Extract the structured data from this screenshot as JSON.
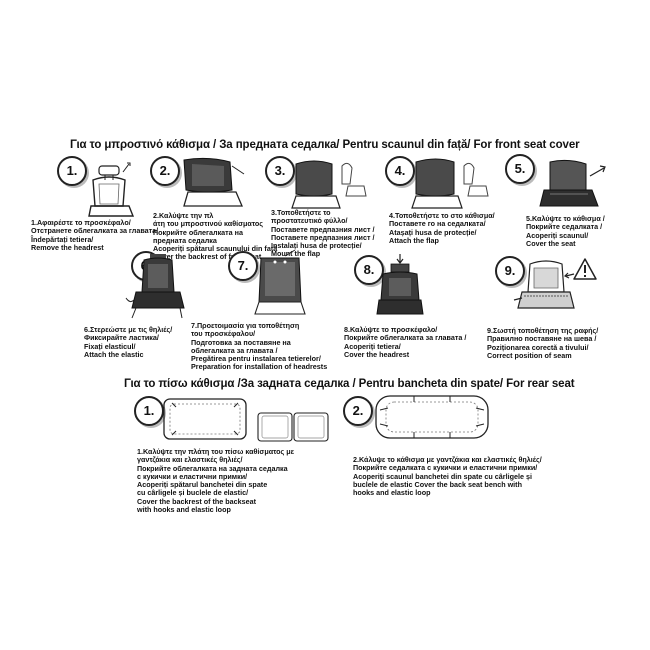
{
  "front_header": "Για το μπροστινό κάθισμα / За предната седалка/ Pentru scaunul din față/   For front seat  cover",
  "rear_header": "Για το πίσω κάθισμα /За задната седалка / Pentru bancheta din spate/   For rear seat",
  "front_steps": [
    {
      "num": "1.",
      "lines": [
        "1.Αφαιρέστε το προσκέφαλο/",
        "Отстранете облегалката за главата/",
        "Îndepărtați tetiera/",
        "Remove the headrest"
      ]
    },
    {
      "num": "2.",
      "lines": [
        "2.Καλύψτε την πλ",
        "άτη του μπροστινού καθίσματος",
        "Покрийте облегалката на",
        "предната седалка",
        "Acoperiți spătarul scaunului din față",
        "Cover the backrest of front seat"
      ]
    },
    {
      "num": "3.",
      "lines": [
        "3.Τοποθετήστε το",
        "προστατευτικό φύλλο/",
        "Поставете предпазния лист /",
        "Поставете предпазния лист /",
        "Instalați husa de protecție/",
        "Mount the flap"
      ]
    },
    {
      "num": "4.",
      "lines": [
        "4.Τοποθετήστε το στο κάθισμα/",
        "Поставете го на седалката/",
        "Atașați husa de protecție/",
        "Attach the flap"
      ]
    },
    {
      "num": "5.",
      "lines": [
        "5.Καλύψτε το κάθισμα /",
        "Покрийте седалката /",
        "Acoperiți scaunul/",
        "Cover the seat"
      ]
    },
    {
      "num": "6.",
      "lines": [
        "6.Στερεώστε με τις θηλιές/",
        "Фиксирайте ластика/",
        "Fixați elasticul/",
        "Attach the elastic"
      ]
    },
    {
      "num": "7.",
      "lines": [
        "7.Προετοιμασία για τοποθέτηση",
        "του προσκέφαλου/",
        "Подготовка за поставяне на",
        "облегалката за главата /",
        "Pregătirea pentru instalarea tetierelor/",
        "Preparation for installation of headrests"
      ]
    },
    {
      "num": "8.",
      "lines": [
        "8.Καλύψτε το προσκέφαλο/",
        "Покрийте облегалката за главата /",
        "Acoperiți tetiera/",
        "Cover the headrest"
      ]
    },
    {
      "num": "9.",
      "lines": [
        "9.Σωστή τοποθέτηση της ραφής/",
        "Правилно поставяне на шева /",
        "Poziționarea corectă a tivului/",
        "Correct position of seam"
      ]
    }
  ],
  "rear_steps": [
    {
      "num": "1.",
      "lines": [
        "1.Καλύψτε την πλάτη του πίσω καθίσματος με",
        "γαντζάκια και ελαστικές θηλιές/",
        "Покрийте облегалката на задната седалка",
        "с кукички и еластични примки/",
        "Acoperiți spătarul banchetei din spate",
        "cu cârligele și buclele de elastic/",
        "Cover the backrest of the backseat",
        "with hooks and elastic loop"
      ]
    },
    {
      "num": "2.",
      "lines": [
        "2.Κάλυψε το κάθισμα με γαντζάκια και ελαστικές θηλιές/",
        "Покрийте седалката с кукички и еластични примки/",
        "Acoperiți scaunul banchetei din spate cu cârligele și",
        "buclele de elastic Cover the back seat bench with",
        "hooks and elastic loop"
      ]
    }
  ],
  "icons": {
    "warning": "warning-triangle-icon",
    "arrow": "arrow-icon"
  },
  "colors": {
    "ink": "#111111",
    "seat_dark": "#3a3a3a",
    "seat_mid": "#6a6a6a",
    "badge_shadow": "#bbbbbb"
  }
}
